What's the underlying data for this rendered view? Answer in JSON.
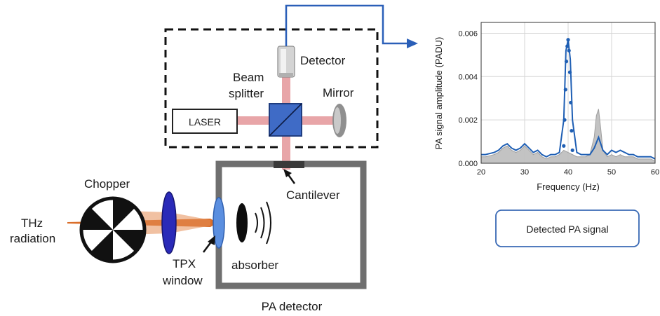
{
  "labels": {
    "detector": "Detector",
    "beam_splitter_1": "Beam",
    "beam_splitter_2": "splitter",
    "mirror": "Mirror",
    "laser": "LASER",
    "cantilever": "Cantilever",
    "chopper": "Chopper",
    "thz_1": "THz",
    "thz_2": "radiation",
    "tpx_1": "TPX",
    "tpx_2": "window",
    "absorber": "absorber",
    "pa_detector": "PA detector",
    "detected_signal": "Detected PA signal"
  },
  "colors": {
    "beam_red": "#e8a5a8",
    "signal_blue": "#1f5fb4",
    "thz_orange": "#d8661f",
    "lens_purple": "#2a2ab8",
    "window_blue": "#5b8fe0",
    "frame_gray": "#6f6f6f",
    "splitter_blue": "#3f6bc6",
    "gray_fill": "#c0c0c0"
  },
  "chart_data": {
    "type": "line",
    "title": "",
    "xlabel": "Frequency (Hz)",
    "ylabel": "PA signal amplitude (PADU)",
    "xlim": [
      20,
      60
    ],
    "ylim": [
      0,
      0.0065
    ],
    "xticks": [
      "20",
      "30",
      "40",
      "50",
      "60"
    ],
    "yticks": [
      "0.000",
      "0.002",
      "0.004",
      "0.006"
    ],
    "grid": true,
    "series": [
      {
        "style": "blue-line",
        "x": [
          20,
          21,
          22,
          23,
          24,
          25,
          26,
          27,
          28,
          29,
          30,
          31,
          32,
          33,
          34,
          35,
          36,
          37,
          38,
          39,
          39.5,
          40,
          40.5,
          41,
          42,
          43,
          44,
          45,
          46,
          47,
          48,
          49,
          50,
          51,
          52,
          53,
          54,
          55,
          56,
          57,
          58,
          59,
          60
        ],
        "y": [
          0.0004,
          0.0004,
          0.00045,
          0.0005,
          0.0006,
          0.0008,
          0.0009,
          0.0007,
          0.0006,
          0.0007,
          0.0009,
          0.0007,
          0.0005,
          0.0006,
          0.0004,
          0.0003,
          0.0004,
          0.0004,
          0.0005,
          0.002,
          0.0052,
          0.0057,
          0.0048,
          0.002,
          0.0005,
          0.0004,
          0.0004,
          0.0004,
          0.0007,
          0.0012,
          0.0006,
          0.0004,
          0.0006,
          0.0005,
          0.0006,
          0.0005,
          0.0004,
          0.0004,
          0.0003,
          0.0003,
          0.0003,
          0.0003,
          0.0002
        ]
      },
      {
        "style": "gray-area",
        "x": [
          20,
          21,
          22,
          23,
          24,
          25,
          26,
          27,
          28,
          29,
          30,
          31,
          32,
          33,
          34,
          35,
          36,
          37,
          38,
          39,
          40,
          41,
          42,
          43,
          44,
          45,
          46,
          46.5,
          47,
          47.5,
          48,
          49,
          50,
          51,
          52,
          53,
          54,
          55,
          56,
          57,
          58,
          59,
          60
        ],
        "y": [
          0.0003,
          0.0003,
          0.00035,
          0.0004,
          0.0005,
          0.0007,
          0.0008,
          0.0006,
          0.0005,
          0.0006,
          0.0008,
          0.0006,
          0.0004,
          0.0005,
          0.0003,
          0.0002,
          0.0003,
          0.0003,
          0.0004,
          0.0006,
          0.0005,
          0.0004,
          0.0003,
          0.0003,
          0.0003,
          0.0004,
          0.0012,
          0.0022,
          0.0025,
          0.0016,
          0.0006,
          0.0003,
          0.0004,
          0.0003,
          0.0004,
          0.0003,
          0.0003,
          0.0003,
          0.0002,
          0.0002,
          0.0002,
          0.0002,
          0.0001
        ]
      },
      {
        "style": "blue-dots",
        "x": [
          39.0,
          39.2,
          39.4,
          39.6,
          39.8,
          40.0,
          40.2,
          40.4,
          40.6,
          40.8,
          41.0
        ],
        "y": [
          0.0008,
          0.002,
          0.0034,
          0.0047,
          0.0054,
          0.0057,
          0.0052,
          0.0042,
          0.0028,
          0.0015,
          0.0006
        ]
      }
    ]
  }
}
